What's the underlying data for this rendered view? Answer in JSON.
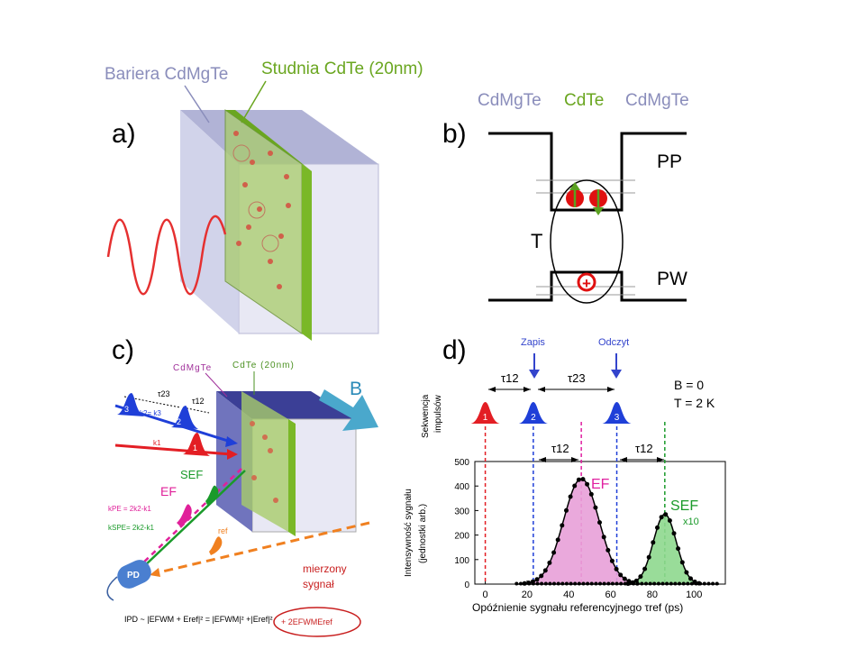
{
  "panel_labels": {
    "a": "a)",
    "b": "b)",
    "c": "c)",
    "d": "d)"
  },
  "panel_a": {
    "barrier_label": "Bariera CdMgTe",
    "well_label": "Studnia CdTe (20nm)"
  },
  "panel_b": {
    "layers": [
      "CdMgTe",
      "CdTe",
      "CdMgTe"
    ],
    "conduction_label": "PP",
    "valence_label": "PW",
    "trion_label": "T",
    "hole_symbol": "+"
  },
  "panel_c": {
    "barrier_label": "CdMgTe",
    "well_label": "CdTe (20nm)",
    "field_label": "B",
    "tau23": "τ23",
    "tau12": "τ12",
    "k_eq": "k2= k3",
    "k1": "k1",
    "pulse_numbers": [
      "3",
      "2",
      "1"
    ],
    "sef_label": "SEF",
    "ef_label": "EF",
    "k_pe": "kPE = 2k2-k1",
    "k_spe": "kSPE= 2k2-k1",
    "ref_label": "ref",
    "detector_label": "PD",
    "measured_label_1": "mierzony",
    "measured_label_2": "sygnał",
    "formula_left": "IPD ~ |EFWM + Eref|² = |EFWM|² +|Eref|²",
    "formula_circled": "+ 2EFWMEref",
    "colors": {
      "pulse1": "#e31e24",
      "pulse2": "#1f3fd8",
      "pulse3": "#1f3fd8",
      "sef": "#1a9a2a",
      "ef": "#e0209a",
      "ref": "#f08020",
      "detector": "#4a7fd0"
    }
  },
  "panel_d": {
    "marker_write": "Zapis",
    "marker_read": "Odczyt",
    "seq_ylabel_1": "Sekwencja",
    "seq_ylabel_2": "impulsów",
    "tau12": "τ12",
    "tau23": "τ23",
    "conditions": [
      "B = 0",
      "T = 2 K"
    ],
    "pulse_numbers": [
      "1",
      "2",
      "3"
    ],
    "ef_label": "EF",
    "sef_label": "SEF",
    "sef_scale": "x10",
    "colors": {
      "pulse1": "#e31e24",
      "pulse2": "#1f3fd8",
      "pulse3": "#1f3fd8",
      "ef": "#e020a0",
      "sef": "#1a9a2a",
      "markers": "#3344cc"
    }
  },
  "chart_data": {
    "type": "line",
    "xlabel": "Opóźnienie sygnału referencyjnego τref (ps)",
    "ylabel": "Intensywność sygnału (jednostki arb.)",
    "xlim": [
      -5,
      115
    ],
    "ylim": [
      0,
      500
    ],
    "xticks": [
      0,
      20,
      40,
      60,
      80,
      100
    ],
    "yticks": [
      0,
      100,
      200,
      300,
      400,
      500
    ],
    "series": [
      {
        "name": "EF",
        "peak_x": 46,
        "peak_y": 430,
        "width": 8.5
      },
      {
        "name": "SEF",
        "peak_x": 86,
        "peak_y": 285,
        "width": 5.5
      }
    ],
    "pulse_positions": [
      0,
      23,
      63
    ],
    "dashed_lines": [
      0,
      23,
      46,
      63,
      86
    ]
  }
}
